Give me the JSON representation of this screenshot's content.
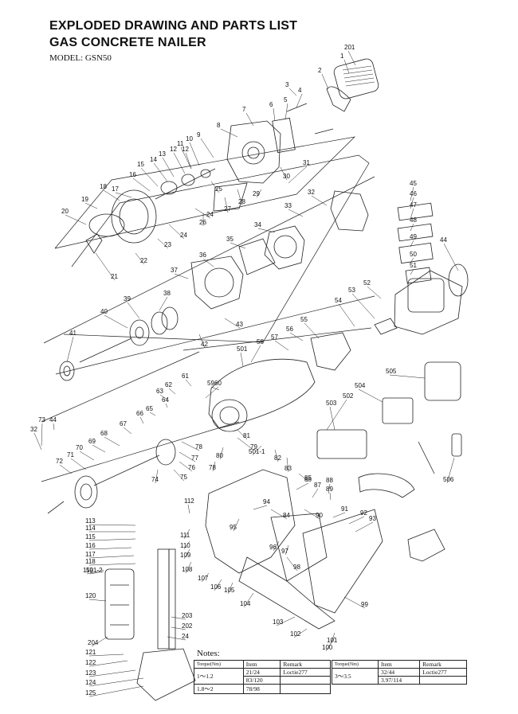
{
  "header": {
    "title_line1": "EXPLODED DRAWING AND PARTS LIST",
    "title_line2": "GAS CONCRETE NAILER",
    "model": "MODEL: GSN50"
  },
  "part_labels": [
    "201",
    "1",
    "2",
    "3",
    "4",
    "5",
    "6",
    "7",
    "8",
    "9",
    "10",
    "11",
    "12",
    "12",
    "13",
    "14",
    "15",
    "16",
    "17",
    "18",
    "19",
    "20",
    "21",
    "22",
    "23",
    "24",
    "24",
    "25",
    "26",
    "27",
    "28",
    "29",
    "30",
    "31",
    "32",
    "33",
    "34",
    "35",
    "36",
    "37",
    "38",
    "39",
    "40",
    "41",
    "42",
    "43",
    "44",
    "45",
    "46",
    "47",
    "48",
    "49",
    "50",
    "51",
    "52",
    "53",
    "54",
    "55",
    "56",
    "57",
    "58",
    "59",
    "60",
    "61",
    "62",
    "63",
    "64",
    "65",
    "66",
    "67",
    "68",
    "69",
    "70",
    "71",
    "72",
    "73",
    "44",
    "32",
    "74",
    "75",
    "76",
    "77",
    "78",
    "78",
    "79",
    "80",
    "81",
    "82",
    "83",
    "84",
    "85",
    "86",
    "87",
    "88",
    "89",
    "90",
    "91",
    "92",
    "93",
    "94",
    "95",
    "96",
    "97",
    "98",
    "99",
    "100",
    "101",
    "102",
    "103",
    "104",
    "105",
    "106",
    "107",
    "108",
    "109",
    "110",
    "111",
    "112",
    "113",
    "114",
    "115",
    "116",
    "117",
    "118",
    "119",
    "120",
    "121",
    "122",
    "123",
    "124",
    "125",
    "24",
    "202",
    "203",
    "204",
    "501",
    "501-1",
    "501-2",
    "502",
    "503",
    "504",
    "505",
    "506"
  ],
  "notes": {
    "title": "Notes:",
    "left_table": {
      "headers": [
        "Torque(Nm)",
        "Item",
        "Remark"
      ],
      "rows": [
        [
          "1～1.2",
          "21/24",
          "Loctie277"
        ],
        [
          "",
          "83/120",
          ""
        ],
        [
          "1.8～2",
          "78/98",
          ""
        ]
      ]
    },
    "right_table": {
      "headers": [
        "Torque(Nm)",
        "Item",
        "Remark"
      ],
      "rows": [
        [
          "3～3.5",
          "32/44",
          "Loctie277"
        ],
        [
          "",
          "3.97/114",
          ""
        ]
      ]
    }
  }
}
